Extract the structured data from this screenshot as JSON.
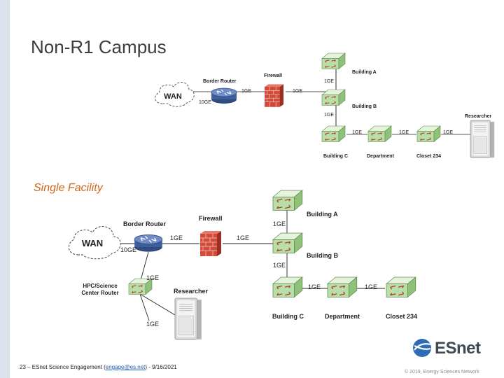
{
  "slide": {
    "title": "Non-R1 Campus",
    "subtitle": "Single Facility"
  },
  "top_diagram": {
    "wan": "WAN",
    "border_router": "Border Router",
    "firewall": "Firewall",
    "link_10ge": "10GE",
    "link_fw_in": "1GE",
    "link_fw_out": "1GE",
    "link_a_b": "1GE",
    "link_b_c": "1GE",
    "link_c_dept": "1GE",
    "link_dept_closet": "1GE",
    "link_closet_res": "1GE",
    "building_a": "Building A",
    "building_b": "Building B",
    "building_c": "Building C",
    "department": "Department",
    "closet": "Closet 234",
    "researcher": "Researcher"
  },
  "bottom_diagram": {
    "wan": "WAN",
    "border_router": "Border Router",
    "firewall": "Firewall",
    "link_10ge": "10GE",
    "link_fw_in": "1GE",
    "link_fw_out": "1GE",
    "link_a_b": "1GE",
    "link_b_c": "1GE",
    "link_c_dept": "1GE",
    "link_dept_closet": "1GE",
    "link_border_hpc": "1GE",
    "link_hpc_res": "1GE",
    "hpc_router": "HPC/Science Center Router",
    "hpc_router_line1": "HPC/Science",
    "hpc_router_line2": "Center Router",
    "building_a": "Building A",
    "building_b": "Building B",
    "building_c": "Building C",
    "department": "Department",
    "closet": "Closet 234",
    "researcher": "Researcher"
  },
  "footer": {
    "page_number": "23",
    "prefix": "23 – ESnet Science Engagement (",
    "email": "engage@es.net",
    "suffix": ") - 9/16/2021",
    "copyright": "© 2019, Energy Sciences Network"
  },
  "logo": {
    "text": "ESnet"
  },
  "colors": {
    "title": "#3d3d3d",
    "subtitle": "#d0651b",
    "switch_green": "#b9dfa8",
    "router_blue": "#3f5f9c",
    "firewall_red": "#c0392b",
    "logo_blue": "#2e6cb5"
  }
}
